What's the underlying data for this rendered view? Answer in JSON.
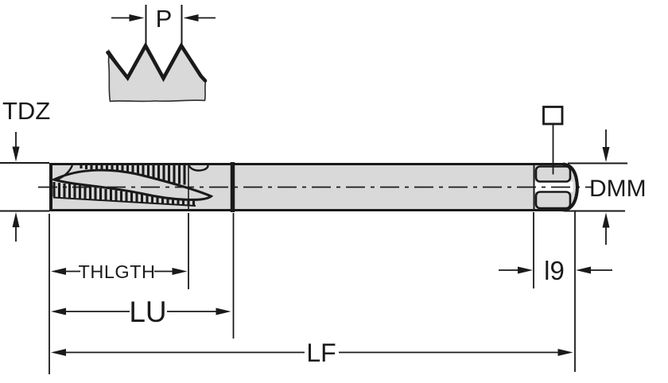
{
  "drawing": {
    "labels": {
      "p": "P",
      "tdz": "TDZ",
      "dmm": "DMM",
      "thlgth": "THLGTH",
      "lu": "LU",
      "lf": "LF",
      "l9": "l9"
    },
    "icons": {
      "square_drive": "square-outline-icon"
    },
    "colors": {
      "line": "#1a1a1a",
      "body_fill": "#d9d9d9",
      "background": "#ffffff"
    }
  }
}
